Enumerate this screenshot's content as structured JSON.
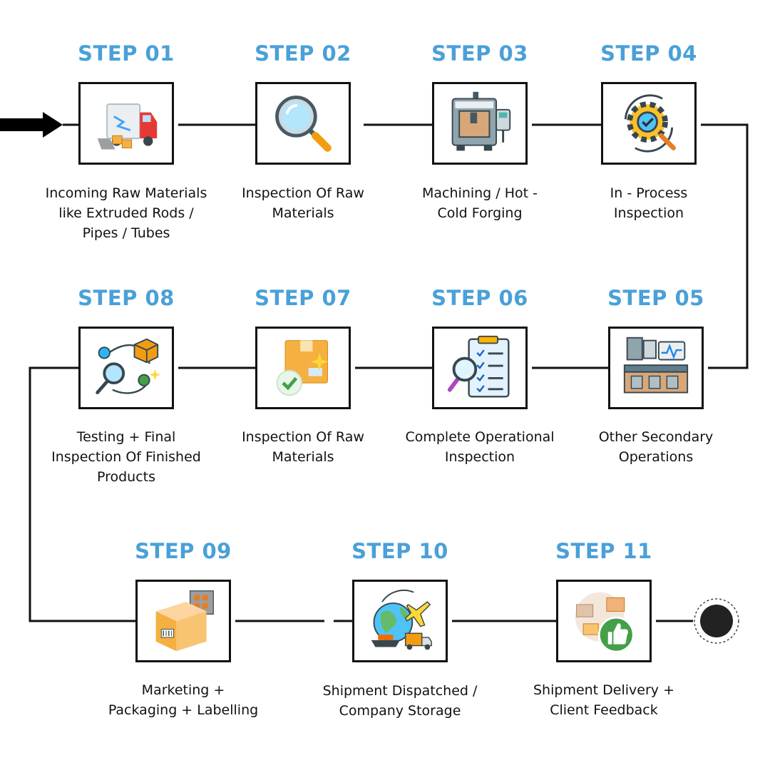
{
  "colors": {
    "accent": "#4aa0d8",
    "line": "#111111",
    "end": "#222222"
  },
  "steps": [
    {
      "title": "STEP 01",
      "label_lines": [
        "Incoming Raw Materials",
        "like Extruded Rods /",
        "Pipes / Tubes"
      ],
      "icon": "delivery-truck-icon"
    },
    {
      "title": "STEP 02",
      "label_lines": [
        "Inspection Of Raw",
        "Materials"
      ],
      "icon": "magnifier-icon"
    },
    {
      "title": "STEP 03",
      "label_lines": [
        "Machining / Hot -",
        "Cold Forging"
      ],
      "icon": "machine-icon"
    },
    {
      "title": "STEP 04",
      "label_lines": [
        "In - Process",
        "Inspection"
      ],
      "icon": "gear-check-icon"
    },
    {
      "title": "STEP 05",
      "label_lines": [
        "Other Secondary",
        "Operations"
      ],
      "icon": "factory-icon"
    },
    {
      "title": "STEP 06",
      "label_lines": [
        "Complete Operational",
        "Inspection"
      ],
      "icon": "checklist-icon"
    },
    {
      "title": "STEP 07",
      "label_lines": [
        "Inspection Of Raw",
        "Materials"
      ],
      "icon": "approved-box-icon"
    },
    {
      "title": "STEP 08",
      "label_lines": [
        "Testing + Final",
        "Inspection Of Finished",
        "Products"
      ],
      "icon": "testing-icon"
    },
    {
      "title": "STEP 09",
      "label_lines": [
        "Marketing +",
        "Packaging + Labelling"
      ],
      "icon": "package-icon"
    },
    {
      "title": "STEP 10",
      "label_lines": [
        "Shipment Dispatched /",
        "Company Storage"
      ],
      "icon": "globe-shipping-icon"
    },
    {
      "title": "STEP 11",
      "label_lines": [
        "Shipment Delivery +",
        "Client Feedback"
      ],
      "icon": "thumbs-up-icon"
    }
  ]
}
